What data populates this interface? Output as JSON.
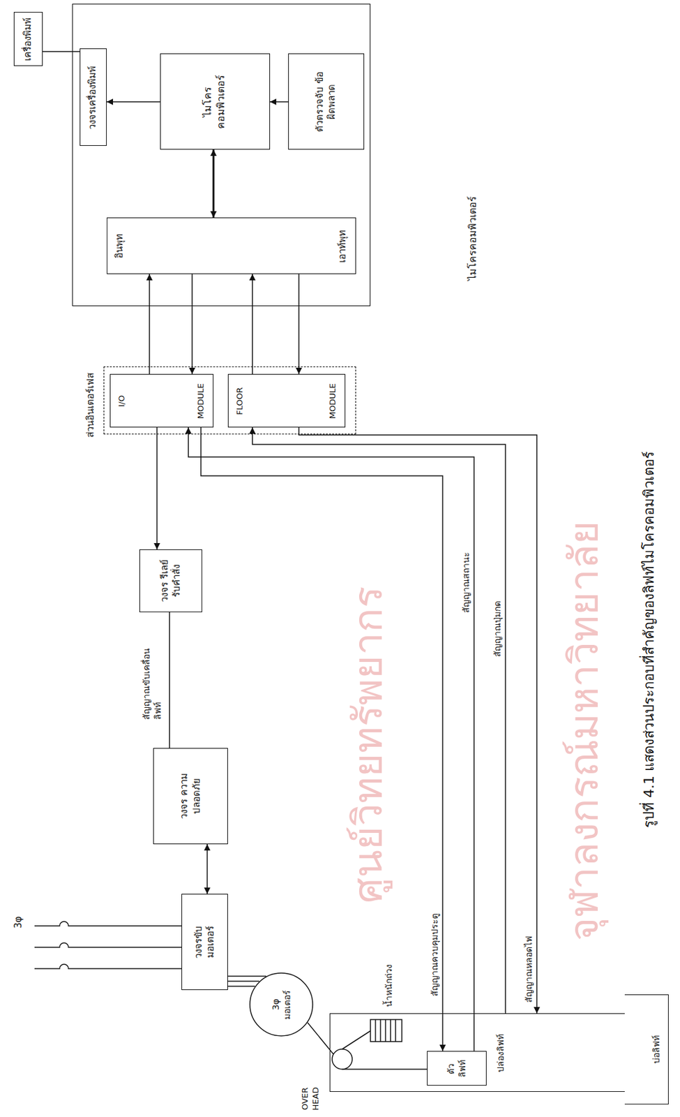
{
  "diagram": {
    "caption": "รูปที่ 4.1 แสดงส่วนประกอบที่สำคัญของลิฟท์ไมโครคอมพิวเตอร์",
    "nodes": [
      {
        "text": [
          "เครื่องพิมพ์"
        ]
      },
      {
        "text": [
          "ไมโครคอมพิวเตอร์"
        ]
      },
      {
        "text": [
          "วงจรเครื่องพิมพ์"
        ],
        "in": 1
      },
      {
        "text": [
          "ไมโคร คอมพิวเตอร์"
        ],
        "in": 1
      },
      {
        "text": [
          "ตัวตรวจจับ ข้อผิดพลาด"
        ],
        "in": 1
      },
      {
        "text": [
          "อินพุท",
          "เอาท์พุท"
        ],
        "in": 1
      },
      {
        "text": [
          "ส่วนอินเตอร์เฟส"
        ]
      },
      {
        "text": [
          "I/O",
          "MODULE"
        ],
        "in": 6
      },
      {
        "text": [
          "FLOOR",
          "MODULE"
        ],
        "in": 6
      },
      {
        "text": [
          "วงจร รีเลย์ รับคำสั่ง"
        ]
      },
      {
        "text": [
          "วงจร ความปลอดภัย"
        ]
      },
      {
        "text": [
          "วงจรขับ มอเตอร์"
        ]
      },
      {
        "text": [
          "3φ มอเตอร์"
        ]
      },
      {
        "text": [
          "ปล่องลิฟท์"
        ]
      },
      {
        "text": [
          "ตัว ลิฟท์"
        ],
        "in": 13
      },
      {
        "text": [
          "บ่อลิฟท์"
        ]
      }
    ],
    "edges": [
      {
        "from": 3,
        "to": 2,
        "arrow": "to"
      },
      {
        "from": 2,
        "to": 0,
        "arrow": "none"
      },
      {
        "from": 4,
        "to": 3,
        "arrow": "to"
      },
      {
        "from": 3,
        "to": 5,
        "arrow": "both"
      },
      {
        "from": 7,
        "to": 5,
        "arrow": "to"
      },
      {
        "from": 5,
        "to": 7,
        "arrow": "to"
      },
      {
        "from": 8,
        "to": 5,
        "arrow": "to"
      },
      {
        "from": 5,
        "to": 8,
        "arrow": "to"
      },
      {
        "from": 7,
        "to": 9,
        "arrow": "to"
      },
      {
        "from": 9,
        "to": 10,
        "label": "สัญญาณขับเคลื่อนลิฟท์",
        "arrow": "none"
      },
      {
        "from": 10,
        "to": 11,
        "arrow": "both"
      },
      {
        "from": 11,
        "to": 12,
        "arrow": "none"
      },
      {
        "from": 7,
        "to": 14,
        "label": "สัญญาณควบคุมประตู",
        "arrow": "to"
      },
      {
        "from": 14,
        "to": 7,
        "label": "สัญญาณสถานะ",
        "arrow": "to"
      },
      {
        "from": 13,
        "to": 8,
        "label": "สัญญาณปุ่มกด",
        "arrow": "to"
      },
      {
        "from": 8,
        "to": 13,
        "label": "สัญญาณหลอดไฟ",
        "arrow": "to"
      }
    ],
    "labels": [
      "3φ",
      "น้ำหนักถ่วง",
      "OVER HEAD",
      "ศูนย์วิทยทรัพยากร",
      "จุฬาลงกรณ์มหาวิทยาลัย"
    ]
  }
}
